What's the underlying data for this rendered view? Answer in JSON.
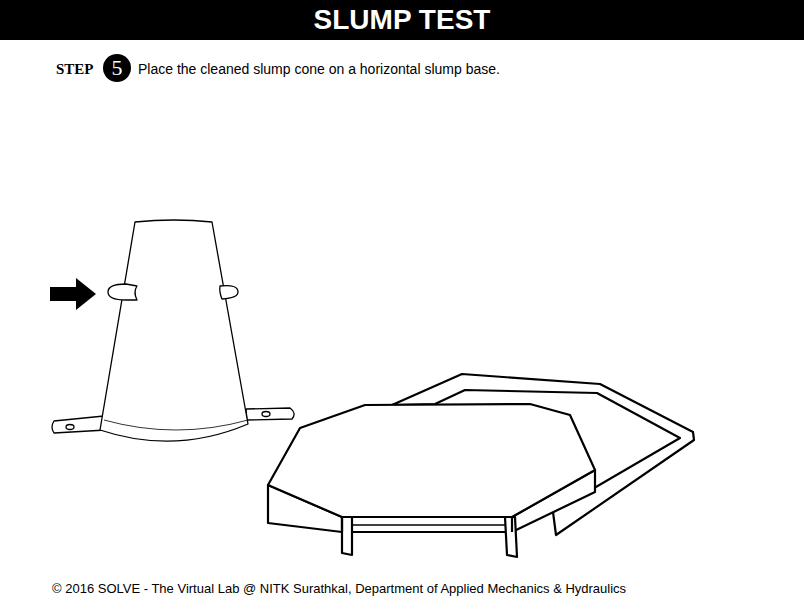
{
  "diagram": {
    "title": "SLUMP TEST",
    "nodes": [
      {
        "text": [
          "5"
        ]
      }
    ],
    "labels": [
      "STEP",
      "Place the cleaned slump cone on a horizontal slump base.",
      "© 2016 SOLVE - The Virtual Lab @ NITK Surathkal, Department of Applied Mechanics & Hydraulics"
    ]
  }
}
